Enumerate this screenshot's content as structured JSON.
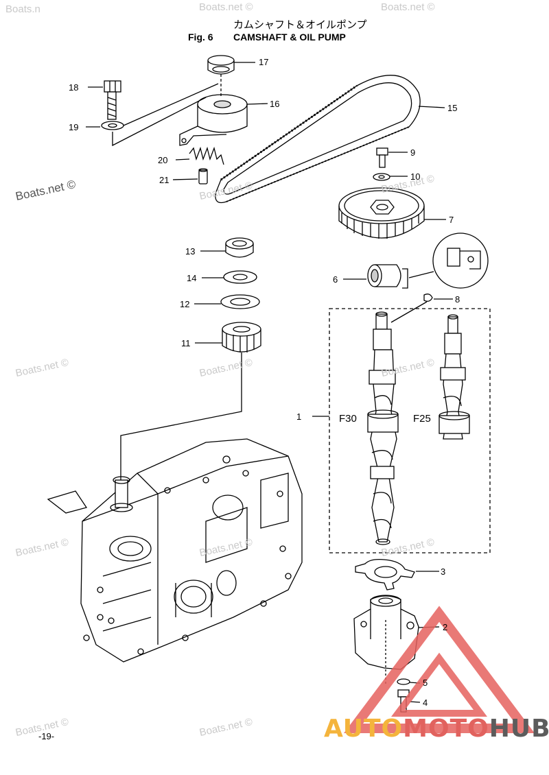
{
  "header": {
    "japanese_title": "カムシャフト＆オイルポンプ",
    "figure_number": "Fig. 6",
    "figure_name": "CAMSHAFT & OIL PUMP"
  },
  "callouts": {
    "c1": "1",
    "c2": "2",
    "c3": "3",
    "c4": "4",
    "c5": "5",
    "c6": "6",
    "c7": "7",
    "c8": "8",
    "c9": "9",
    "c10": "10",
    "c11": "11",
    "c12": "12",
    "c13": "13",
    "c14": "14",
    "c15": "15",
    "c16": "16",
    "c17": "17",
    "c18": "18",
    "c19": "19",
    "c20": "20",
    "c21": "21"
  },
  "variants": {
    "f30": "F30",
    "f25": "F25"
  },
  "watermarks": {
    "boats": "Boats.net ©",
    "boats_short": "Boats.n",
    "boats_left": "Boats.net ©"
  },
  "footer": {
    "page_number": "-19-"
  },
  "brand": {
    "part1": "AUTO",
    "part2": "MOTO",
    "part3": "HUB"
  },
  "colors": {
    "brand_yellow": "#f4b43c",
    "brand_red": "#e1625e",
    "brand_gray": "#5c5c5c",
    "triangle": "#e6625f"
  }
}
